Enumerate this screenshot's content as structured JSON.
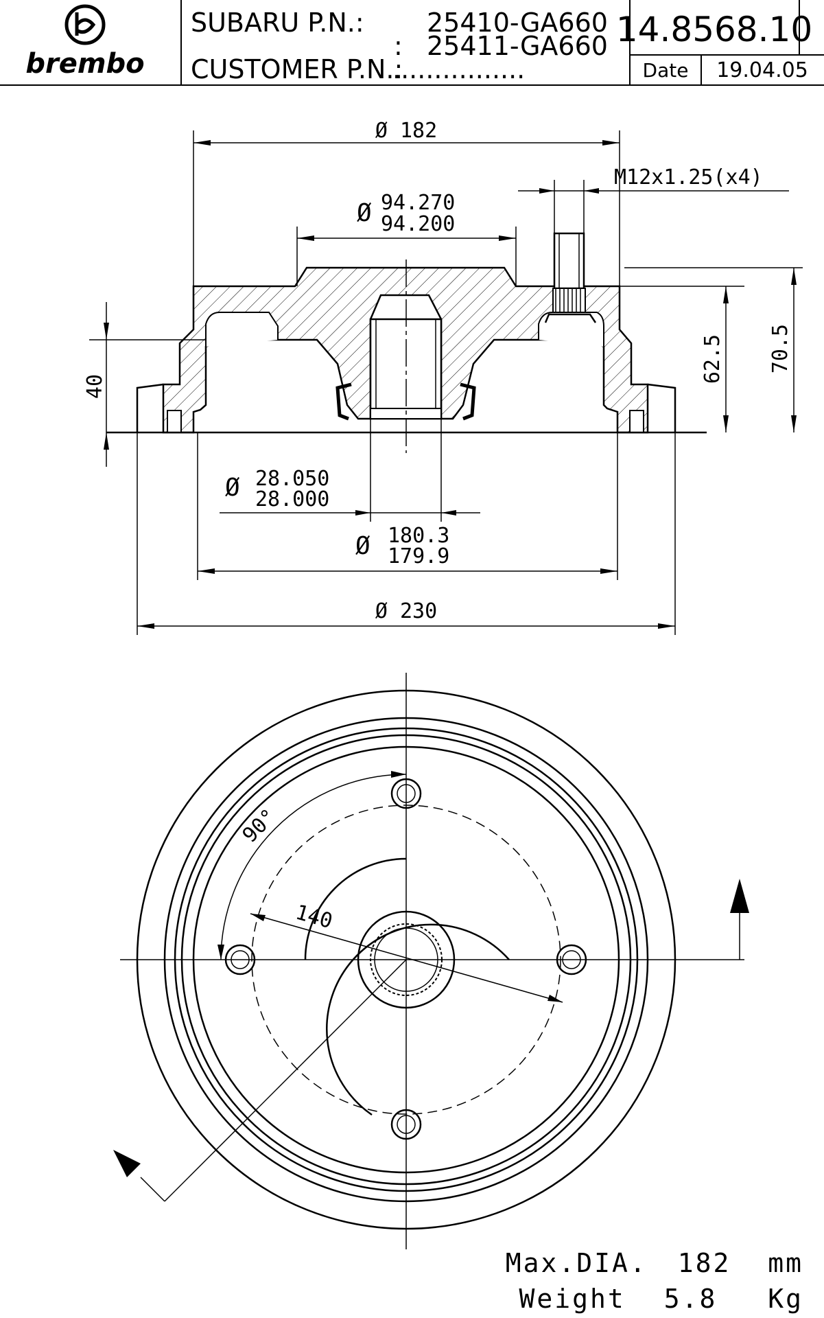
{
  "title_block": {
    "brand": "brembo",
    "subaru_label": "SUBARU P.N.:",
    "subaru_pn_1": "25410-GA660",
    "subaru_pn_2": "25411-GA660",
    "subaru_sep_2": ":",
    "customer_label": "CUSTOMER P.N.:",
    "customer_pn": "................",
    "part_number": "14.8568.10",
    "date_label": "Date",
    "date_value": "19.04.05"
  },
  "dimensions": {
    "d182": "Ø 182",
    "thread": "M12x1.25(x4)",
    "d94_symbol": "Ø",
    "d94_upper": "94.270",
    "d94_lower": "94.200",
    "h40": "40",
    "h62_5": "62.5",
    "h70_5": "70.5",
    "d28_symbol": "Ø",
    "d28_upper": "28.050",
    "d28_lower": "28.000",
    "d180_symbol": "Ø",
    "d180_upper": "180.3",
    "d180_lower": "179.9",
    "d230": "Ø 230",
    "angle": "90°",
    "pcd": "140"
  },
  "footer": {
    "max_dia_label": "Max.DIA.",
    "max_dia_value": "182",
    "max_dia_unit": "mm",
    "weight_label": "Weight",
    "weight_value": "5.8",
    "weight_unit": "Kg"
  }
}
